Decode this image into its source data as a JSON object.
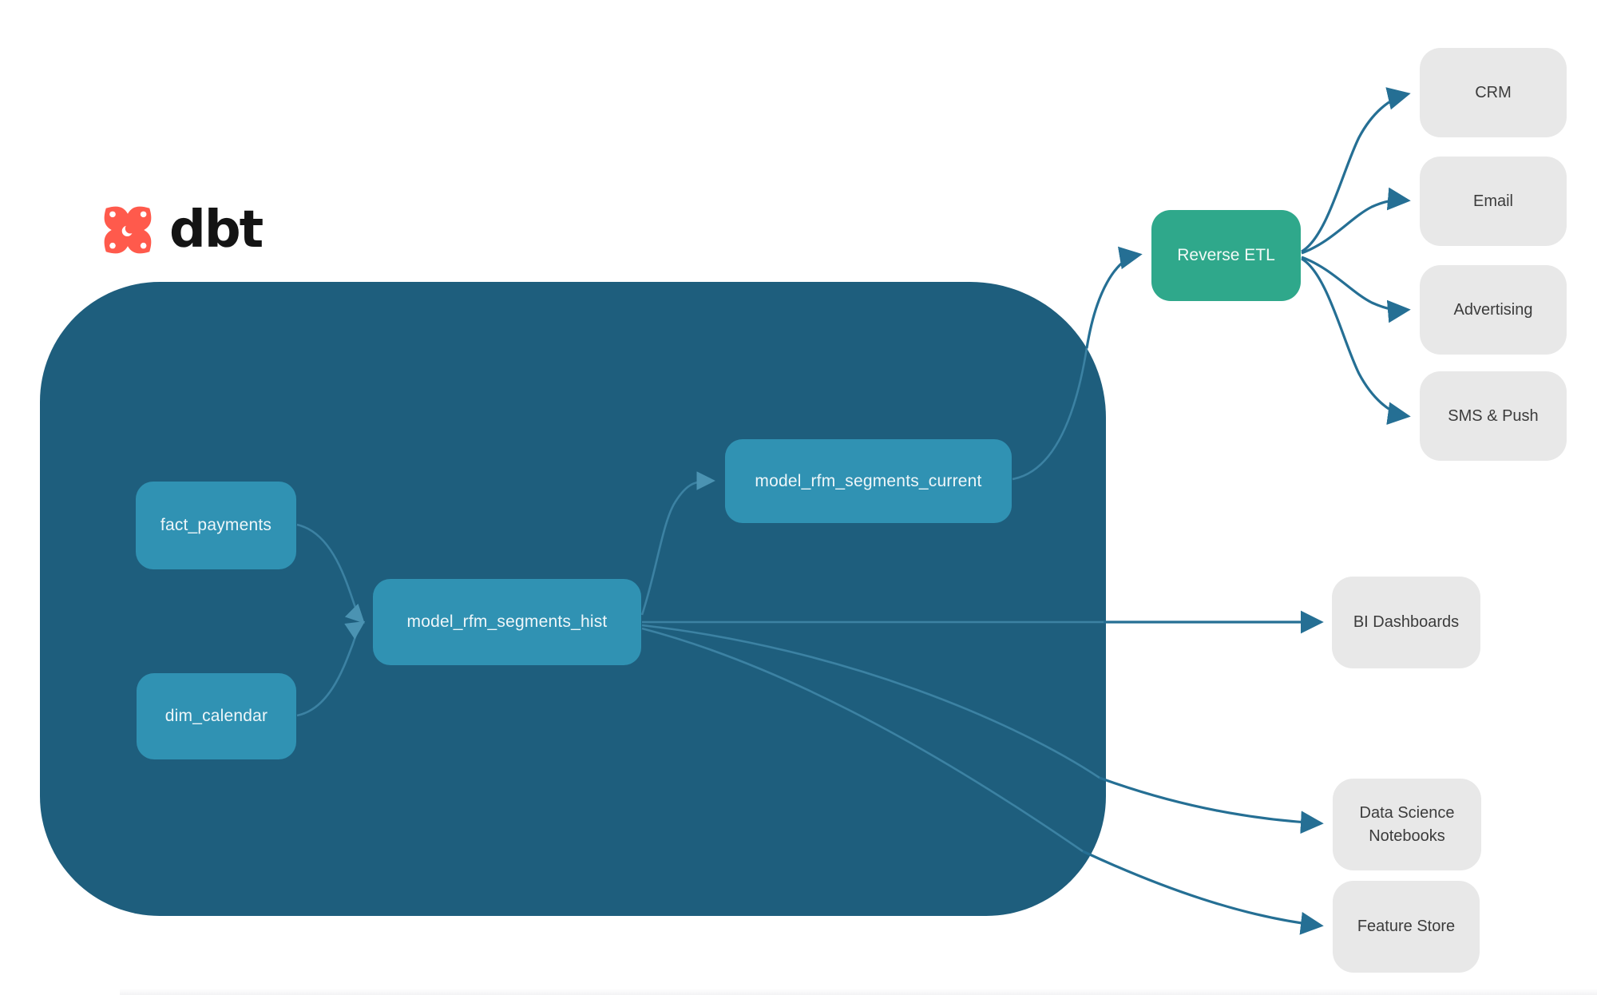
{
  "logo": {
    "brand_text": "dbt",
    "icon": "dbt-logo-icon",
    "icon_color": "#ff5a4c"
  },
  "nodes": {
    "fact_payments": {
      "label": "fact_payments"
    },
    "dim_calendar": {
      "label": "dim_calendar"
    },
    "model_rfm_segments_hist": {
      "label": "model_rfm_segments_hist"
    },
    "model_rfm_segments_current": {
      "label": "model_rfm_segments_current"
    },
    "reverse_etl": {
      "label": "Reverse ETL"
    },
    "crm": {
      "label": "CRM"
    },
    "email": {
      "label": "Email"
    },
    "advertising": {
      "label": "Advertising"
    },
    "sms_push": {
      "label": "SMS & Push"
    },
    "bi_dashboards": {
      "label": "BI Dashboards"
    },
    "data_science_notebooks": {
      "label": "Data Science Notebooks"
    },
    "feature_store": {
      "label": "Feature Store"
    }
  },
  "edges": [
    {
      "from": "fact_payments",
      "to": "model_rfm_segments_hist"
    },
    {
      "from": "dim_calendar",
      "to": "model_rfm_segments_hist"
    },
    {
      "from": "model_rfm_segments_hist",
      "to": "model_rfm_segments_current"
    },
    {
      "from": "model_rfm_segments_current",
      "to": "reverse_etl"
    },
    {
      "from": "reverse_etl",
      "to": "crm"
    },
    {
      "from": "reverse_etl",
      "to": "email"
    },
    {
      "from": "reverse_etl",
      "to": "advertising"
    },
    {
      "from": "reverse_etl",
      "to": "sms_push"
    },
    {
      "from": "model_rfm_segments_hist",
      "to": "bi_dashboards"
    },
    {
      "from": "model_rfm_segments_hist",
      "to": "data_science_notebooks"
    },
    {
      "from": "model_rfm_segments_hist",
      "to": "feature_store"
    }
  ],
  "colors": {
    "warehouse_container": "#1e5e7d",
    "model_node": "#3092b3",
    "reverse_etl_node": "#2fa88b",
    "destination_node": "#e8e8e8",
    "arrow_dark": "#256f94",
    "arrow_light": "#3c82a3",
    "logo_orange": "#ff5a4c",
    "node_text_light": "#eef6f9",
    "node_text_dark": "#3c3c3c"
  }
}
